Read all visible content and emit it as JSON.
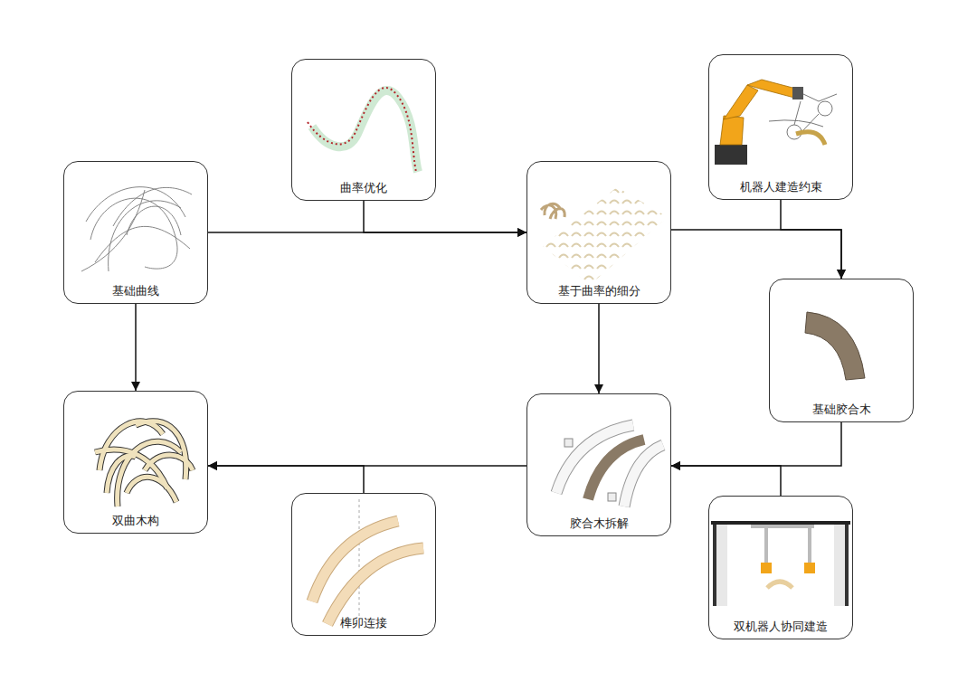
{
  "diagram": {
    "nodes": [
      {
        "text": [
          "曲率优化"
        ]
      },
      {
        "text": [
          "机器人建造约束"
        ]
      },
      {
        "text": [
          "基础曲线"
        ]
      },
      {
        "text": [
          "基于曲率的细分"
        ]
      },
      {
        "text": [
          "基础胶合木"
        ]
      },
      {
        "text": [
          "双曲木构"
        ]
      },
      {
        "text": [
          "胶合木拆解"
        ]
      },
      {
        "text": [
          "榫卯连接"
        ]
      },
      {
        "text": [
          "双机器人协同建造"
        ]
      }
    ],
    "edges": [
      {
        "from": 2,
        "to": 3,
        "arrow": "to"
      },
      {
        "from": 0,
        "to": 3,
        "arrow": "to"
      },
      {
        "from": 3,
        "to": 4,
        "arrow": "to"
      },
      {
        "from": 1,
        "to": 4,
        "arrow": "to"
      },
      {
        "from": 4,
        "to": 6,
        "arrow": "to"
      },
      {
        "from": 8,
        "to": 6,
        "arrow": "to"
      },
      {
        "from": 6,
        "to": 5,
        "arrow": "to"
      },
      {
        "from": 7,
        "to": 5,
        "arrow": "to"
      },
      {
        "from": 2,
        "to": 5,
        "arrow": "to"
      },
      {
        "from": 3,
        "to": 6,
        "arrow": "to"
      }
    ]
  }
}
